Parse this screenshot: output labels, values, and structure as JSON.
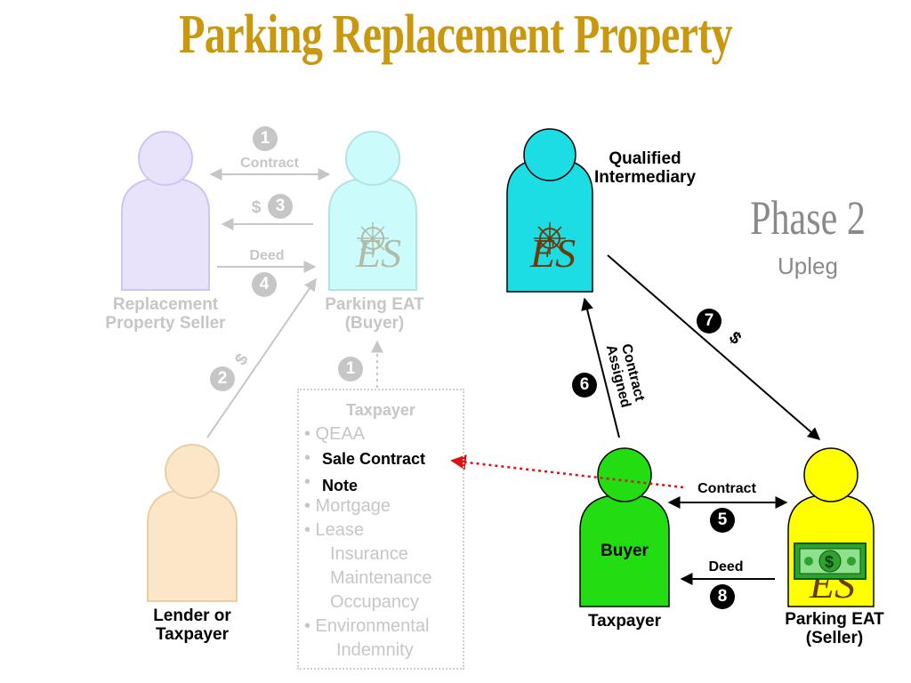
{
  "title": "Parking Replacement Property",
  "phase": {
    "title": "Phase 2",
    "subtitle": "Upleg"
  },
  "people": {
    "replacement_seller": {
      "label_line1": "Replacement",
      "label_line2": "Property Seller",
      "color": "#e9e2fb"
    },
    "parking_eat_buyer": {
      "label_line1": "Parking EAT",
      "label_line2": "(Buyer)",
      "color": "#ccfbfb"
    },
    "qualified_intermediary": {
      "label_line1": "Qualified",
      "label_line2": "Intermediary",
      "color": "#1cdce4"
    },
    "lender": {
      "label_line1": "Lender or",
      "label_line2": "Taxpayer",
      "color": "#fce6c8"
    },
    "taxpayer": {
      "inner_label": "Buyer",
      "label": "Taxpayer",
      "color": "#22dd11"
    },
    "parking_eat_seller": {
      "label_line1": "Parking EAT",
      "label_line2": "(Seller)",
      "color": "#ffff00"
    }
  },
  "phase1_flows": {
    "contract": {
      "num": "1",
      "label": "Contract"
    },
    "money": {
      "num": "3",
      "label": "$"
    },
    "deed": {
      "num": "4",
      "label": "Deed"
    },
    "loan": {
      "num": "2",
      "label": "$"
    },
    "docs": {
      "num": "1"
    }
  },
  "phase2_flows": {
    "contract_assigned": {
      "num": "6",
      "label_line1": "Contract",
      "label_line2": "Assigned"
    },
    "money": {
      "num": "7",
      "label": "$"
    },
    "contract": {
      "num": "5",
      "label": "Contract"
    },
    "deed": {
      "num": "8",
      "label": "Deed"
    }
  },
  "document_list": {
    "title": "Taxpayer",
    "items": [
      "• QEAA",
      "• ",
      "• ",
      "• Mortgage",
      "• Lease",
      "Insurance",
      "Maintenance",
      "Occupancy",
      "• Environmental",
      "Indemnity"
    ],
    "highlight_1": "Sale Contract",
    "highlight_2": "Note"
  },
  "logo_text": "ES",
  "banknote_symbol": "$"
}
